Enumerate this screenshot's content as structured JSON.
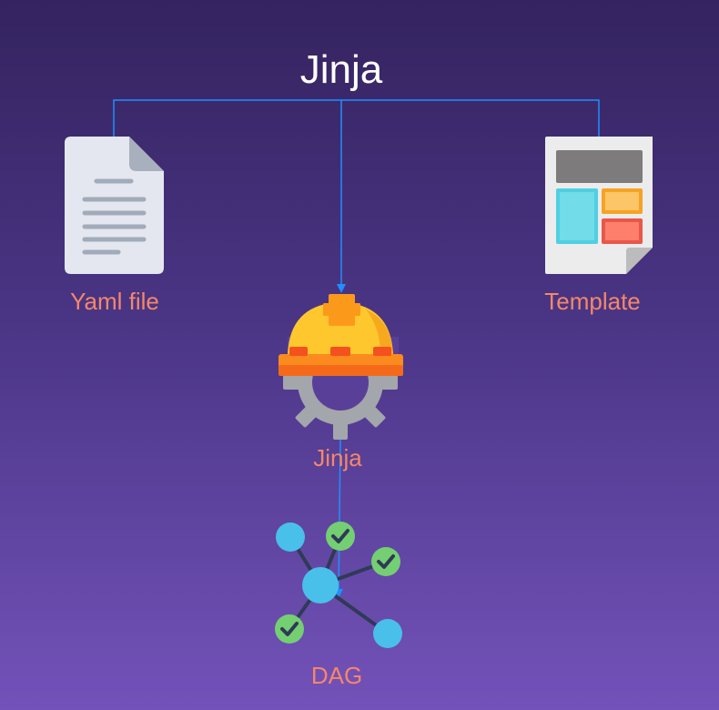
{
  "diagram": {
    "title": "Jinja",
    "nodes": [
      {
        "id": "yaml",
        "label": "Yaml file",
        "icon": "document-icon"
      },
      {
        "id": "template",
        "label": "Template",
        "icon": "layout-template-icon"
      },
      {
        "id": "jinja",
        "label": "Jinja",
        "icon": "hardhat-gear-icon"
      },
      {
        "id": "dag",
        "label": "DAG",
        "icon": "network-graph-icon"
      }
    ],
    "edges": [
      {
        "from": "yaml",
        "to": "jinja"
      },
      {
        "from": "template",
        "to": "jinja"
      },
      {
        "from": "jinja",
        "to": "dag"
      }
    ]
  },
  "colors": {
    "background_top": "#34235f",
    "background_bottom": "#7352b9",
    "connector": "#1e90ff",
    "label": "#f5876a",
    "title": "#ffffff"
  }
}
